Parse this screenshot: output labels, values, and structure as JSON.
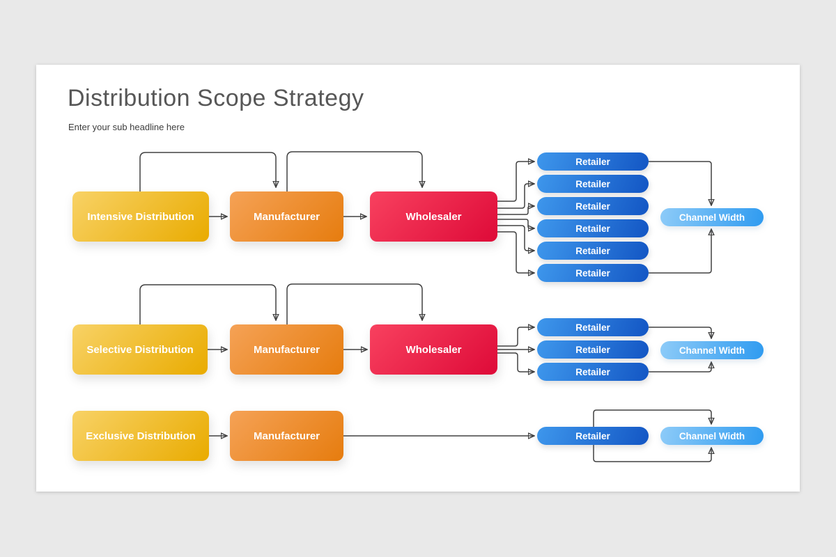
{
  "page": {
    "title": "Distribution Scope Strategy",
    "subtitle": "Enter your sub headline here"
  },
  "colors": {
    "background": "#e9e9e9",
    "card": "#ffffff",
    "title_text": "#575757",
    "connector": "#404040",
    "distribution_gradient": [
      "#f8d266",
      "#e9ab00"
    ],
    "manufacturer_gradient": [
      "#f5a256",
      "#e67c0e"
    ],
    "wholesaler_gradient": [
      "#f8415f",
      "#de0a38"
    ],
    "retailer_gradient": [
      "#3e97ec",
      "#1356c4"
    ],
    "channel_width_gradient": [
      "#8dcbf8",
      "#2f9bf0"
    ]
  },
  "diagram": {
    "rows": [
      {
        "distribution": "Intensive Distribution",
        "manufacturer": "Manufacturer",
        "wholesaler": "Wholesaler",
        "retailers": [
          "Retailer",
          "Retailer",
          "Retailer",
          "Retailer",
          "Retailer",
          "Retailer"
        ],
        "channel": "Channel Width"
      },
      {
        "distribution": "Selective Distribution",
        "manufacturer": "Manufacturer",
        "wholesaler": "Wholesaler",
        "retailers": [
          "Retailer",
          "Retailer",
          "Retailer"
        ],
        "channel": "Channel Width"
      },
      {
        "distribution": "Exclusive Distribution",
        "manufacturer": "Manufacturer",
        "retailers": [
          "Retailer"
        ],
        "channel": "Channel Width"
      }
    ]
  }
}
